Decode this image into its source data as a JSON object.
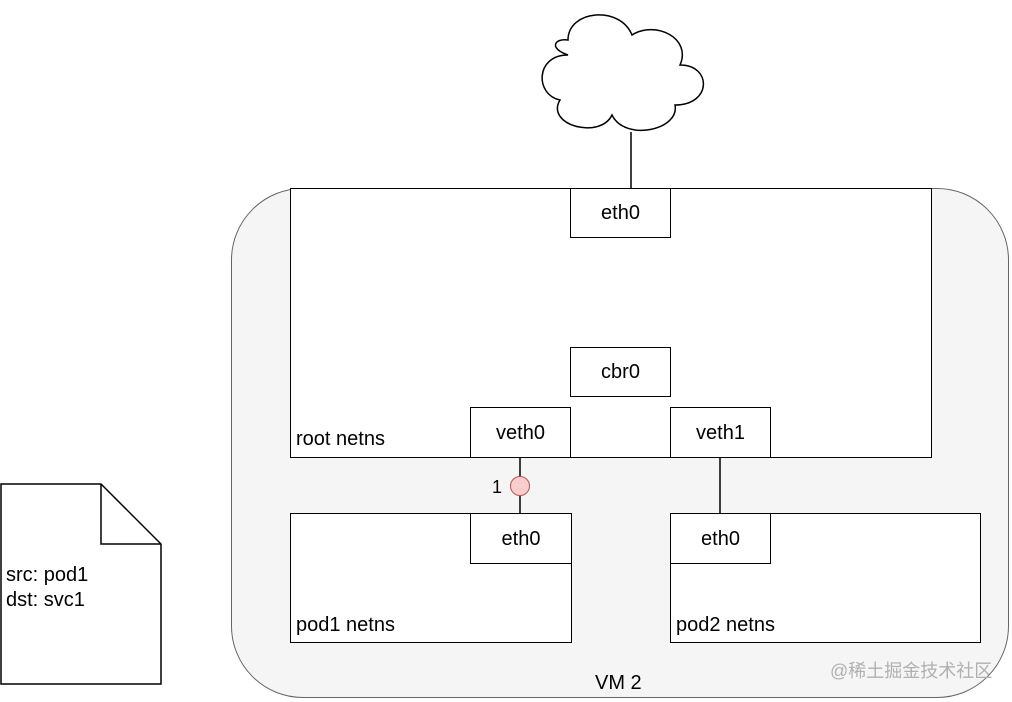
{
  "packet": {
    "src": "src: pod1",
    "dst": "dst: svc1"
  },
  "vm": {
    "label": "VM 2"
  },
  "root_ns": {
    "label": "root netns",
    "eth0": "eth0",
    "cbr0": "cbr0",
    "veth0": "veth0",
    "veth1": "veth1"
  },
  "pod1": {
    "label": "pod1 netns",
    "eth0": "eth0"
  },
  "pod2": {
    "label": "pod2 netns",
    "eth0": "eth0"
  },
  "step_marker": {
    "number": "1",
    "color": "#f8cecc",
    "border": "#b85450"
  },
  "watermark": "@稀土掘金技术社区"
}
